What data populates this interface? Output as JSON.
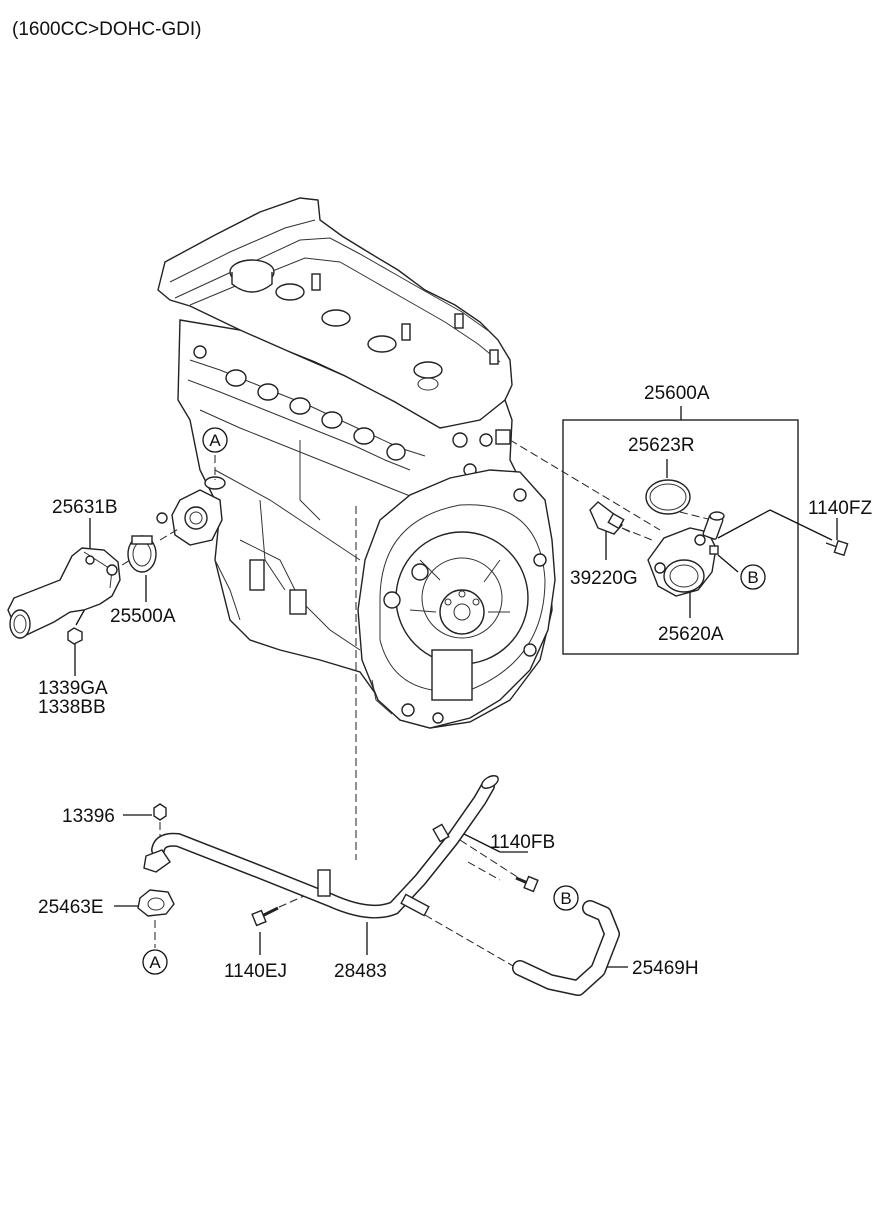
{
  "title": "(1600CC>DOHC-GDI)",
  "labels": {
    "l25600A": "25600A",
    "l25623R": "25623R",
    "l1140FZ": "1140FZ",
    "l39220G": "39220G",
    "l25620A": "25620A",
    "l25631B": "25631B",
    "l25500A": "25500A",
    "l1339GA": "1339GA",
    "l1338BB": "1338BB",
    "l13396": "13396",
    "l1140FB": "1140FB",
    "l25463E": "25463E",
    "l1140EJ": "1140EJ",
    "l28483": "28483",
    "l25469H": "25469H"
  },
  "markers": {
    "a": "A",
    "b": "B"
  }
}
